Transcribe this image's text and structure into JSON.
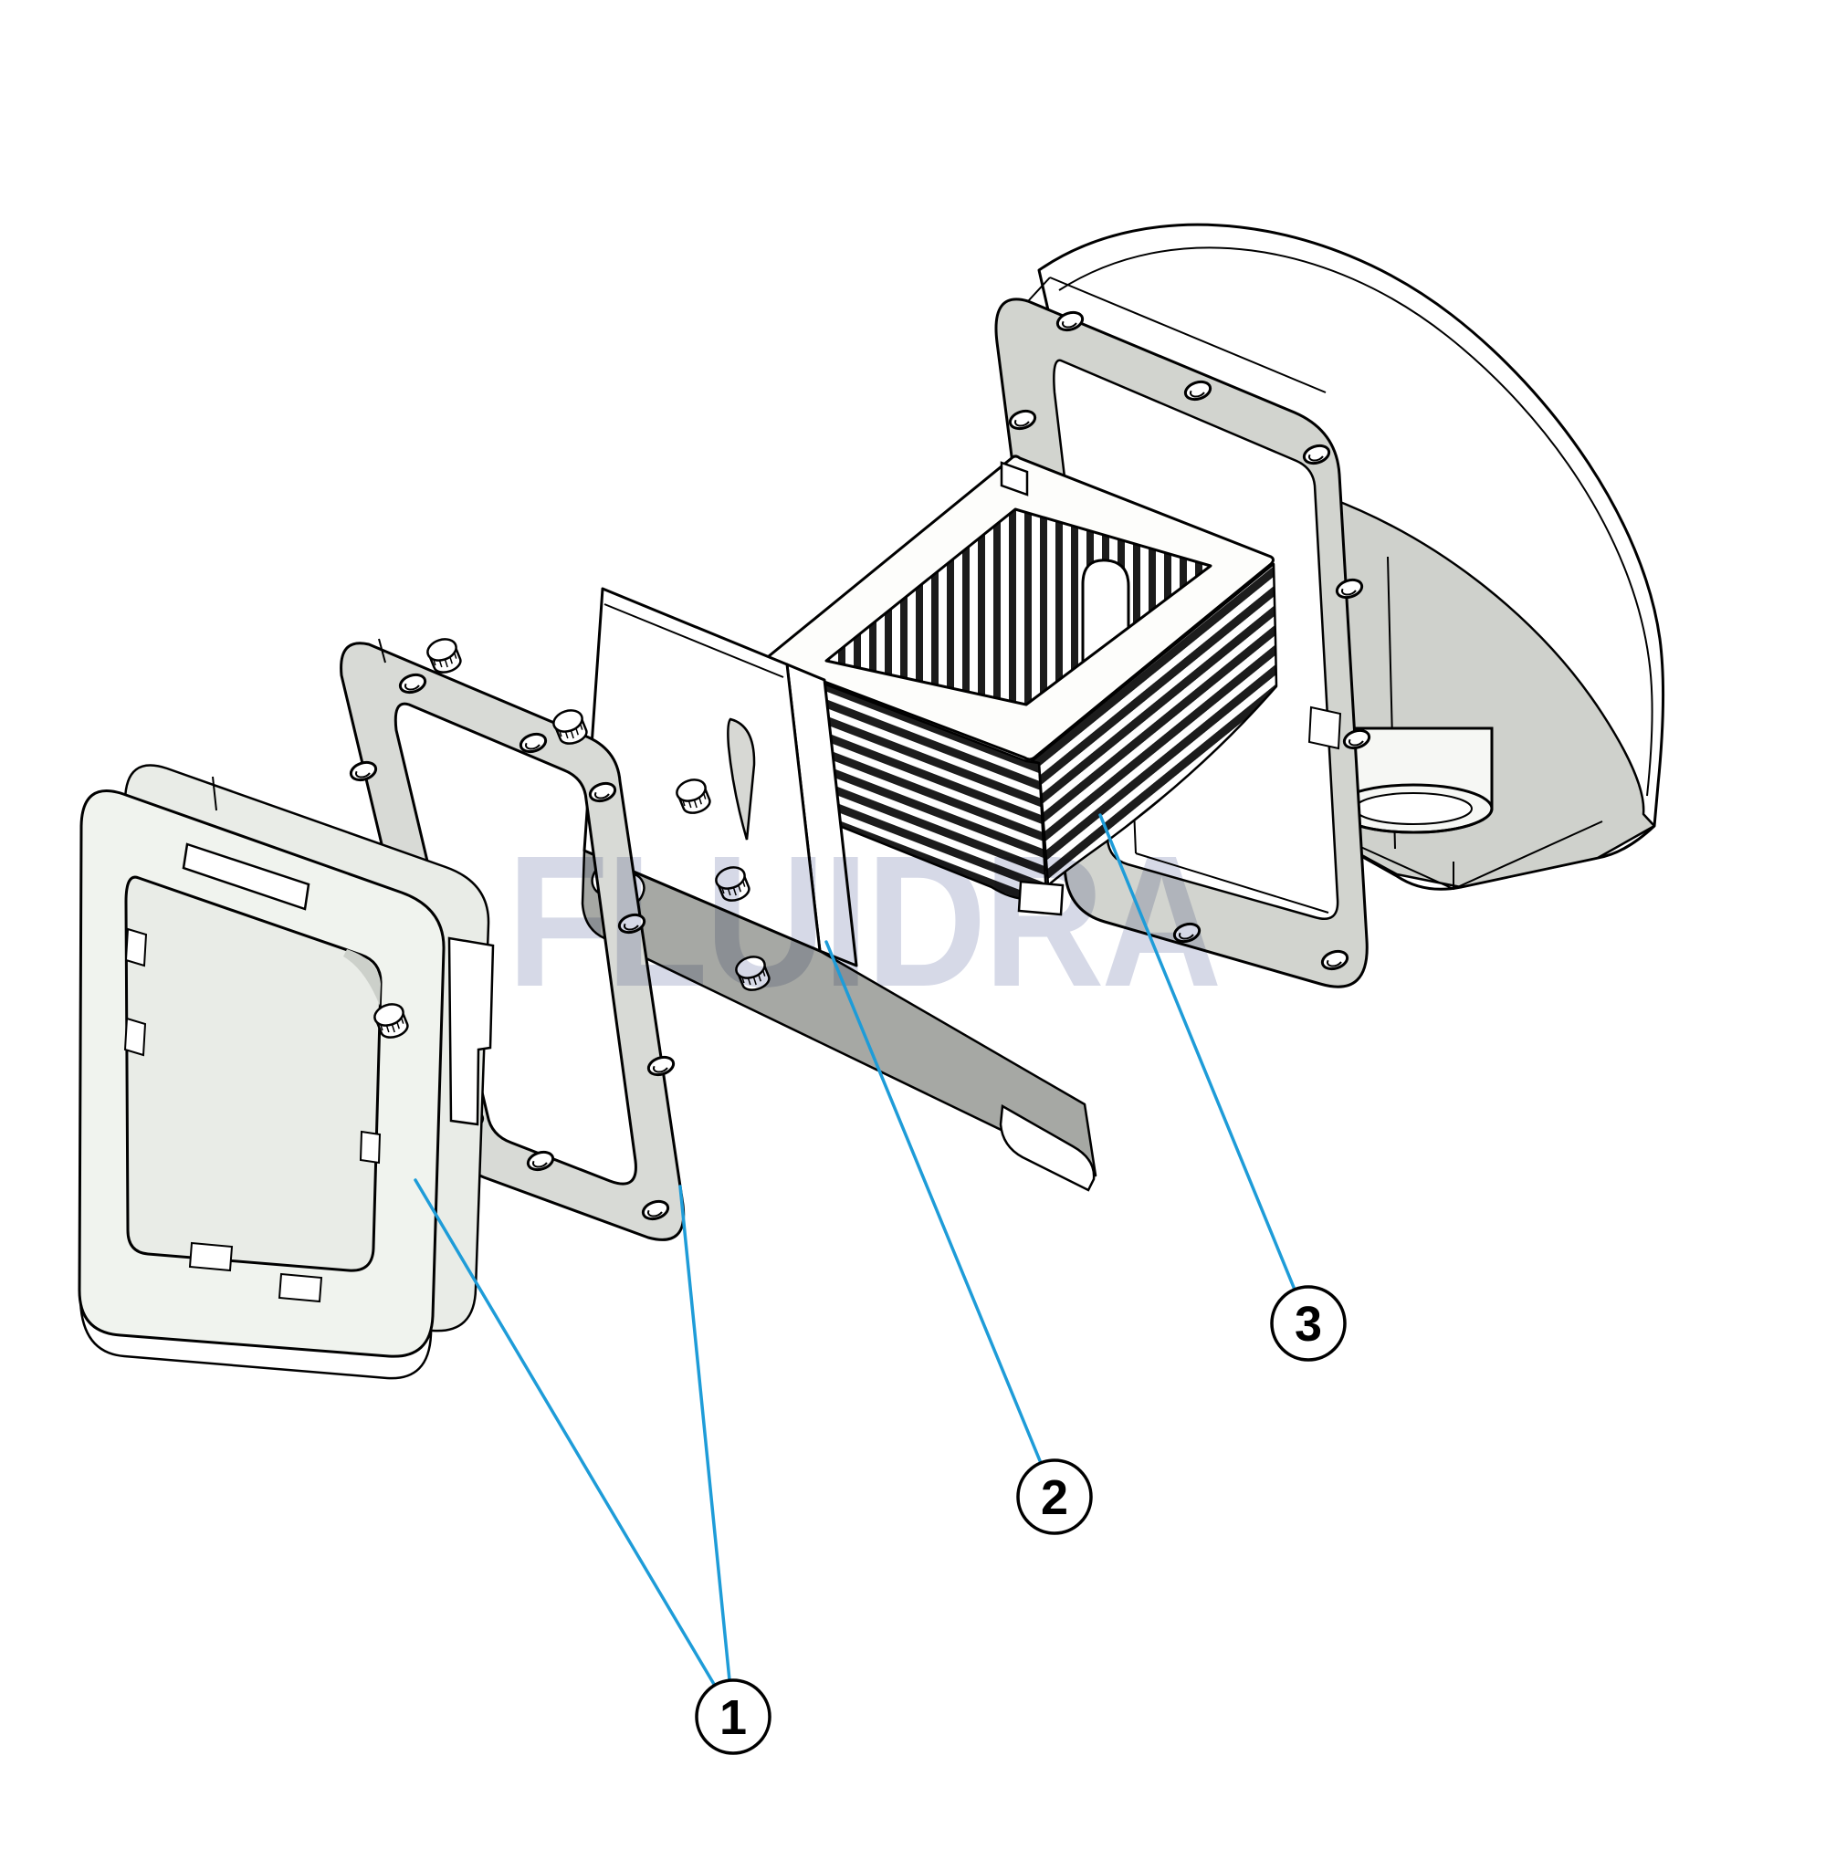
{
  "diagram": {
    "type": "exploded-view-parts-diagram",
    "subject": "wall skimmer assembly"
  },
  "watermark": {
    "text": "FLUIDRA",
    "color": "#d6d9e7"
  },
  "colors": {
    "background": "#ffffff",
    "line": "#000000",
    "leader_line": "#1e9cd8",
    "front_frame_fill": "#f0f3ee",
    "faceplate_fill": "#d8dad6",
    "flange_fill": "#d2d4cf",
    "dome_fill": "#cfd1cc",
    "dark_band_fill": "#a6a8a4",
    "watermark_fill": "#d6d9e7"
  },
  "callouts": [
    {
      "number": "1",
      "part": "front-frame-and-faceplate"
    },
    {
      "number": "2",
      "part": "weir-flap"
    },
    {
      "number": "3",
      "part": "filter-basket"
    }
  ],
  "parts": [
    {
      "id": "1a",
      "name": "front-frame"
    },
    {
      "id": "1b",
      "name": "screw-faceplate"
    },
    {
      "id": "2",
      "name": "weir-flap"
    },
    {
      "id": "3",
      "name": "filter-basket"
    },
    {
      "id": "0",
      "name": "skimmer-body"
    }
  ]
}
